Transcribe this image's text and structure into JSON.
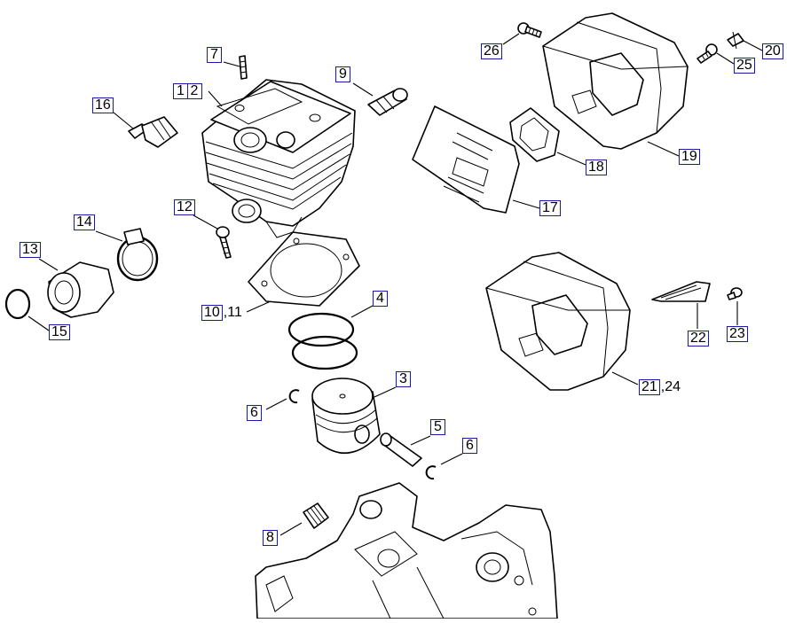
{
  "diagram": {
    "callouts": [
      {
        "id": "c1",
        "parts": [
          "1",
          "2"
        ],
        "sep": ""
      },
      {
        "id": "c3",
        "parts": [
          "3"
        ]
      },
      {
        "id": "c4",
        "parts": [
          "4"
        ]
      },
      {
        "id": "c5",
        "parts": [
          "5"
        ]
      },
      {
        "id": "c6a",
        "parts": [
          "6"
        ]
      },
      {
        "id": "c6b",
        "parts": [
          "6"
        ]
      },
      {
        "id": "c7",
        "parts": [
          "7"
        ]
      },
      {
        "id": "c8",
        "parts": [
          "8"
        ]
      },
      {
        "id": "c9",
        "parts": [
          "9"
        ]
      },
      {
        "id": "c10",
        "parts": [
          "10",
          "11"
        ],
        "sep": ","
      },
      {
        "id": "c12",
        "parts": [
          "12"
        ]
      },
      {
        "id": "c13",
        "parts": [
          "13"
        ]
      },
      {
        "id": "c14",
        "parts": [
          "14"
        ]
      },
      {
        "id": "c15",
        "parts": [
          "15"
        ]
      },
      {
        "id": "c16",
        "parts": [
          "16"
        ]
      },
      {
        "id": "c17",
        "parts": [
          "17"
        ]
      },
      {
        "id": "c18",
        "parts": [
          "18"
        ]
      },
      {
        "id": "c19",
        "parts": [
          "19"
        ]
      },
      {
        "id": "c20",
        "parts": [
          "20"
        ]
      },
      {
        "id": "c21",
        "parts": [
          "21",
          "24"
        ],
        "sep": ","
      },
      {
        "id": "c22",
        "parts": [
          "22"
        ]
      },
      {
        "id": "c23",
        "parts": [
          "23"
        ]
      },
      {
        "id": "c25",
        "parts": [
          "25"
        ]
      },
      {
        "id": "c26",
        "parts": [
          "26"
        ]
      }
    ],
    "colors": {
      "callout_border": "#1a1aa8",
      "line": "#000000",
      "background": "#ffffff"
    }
  }
}
